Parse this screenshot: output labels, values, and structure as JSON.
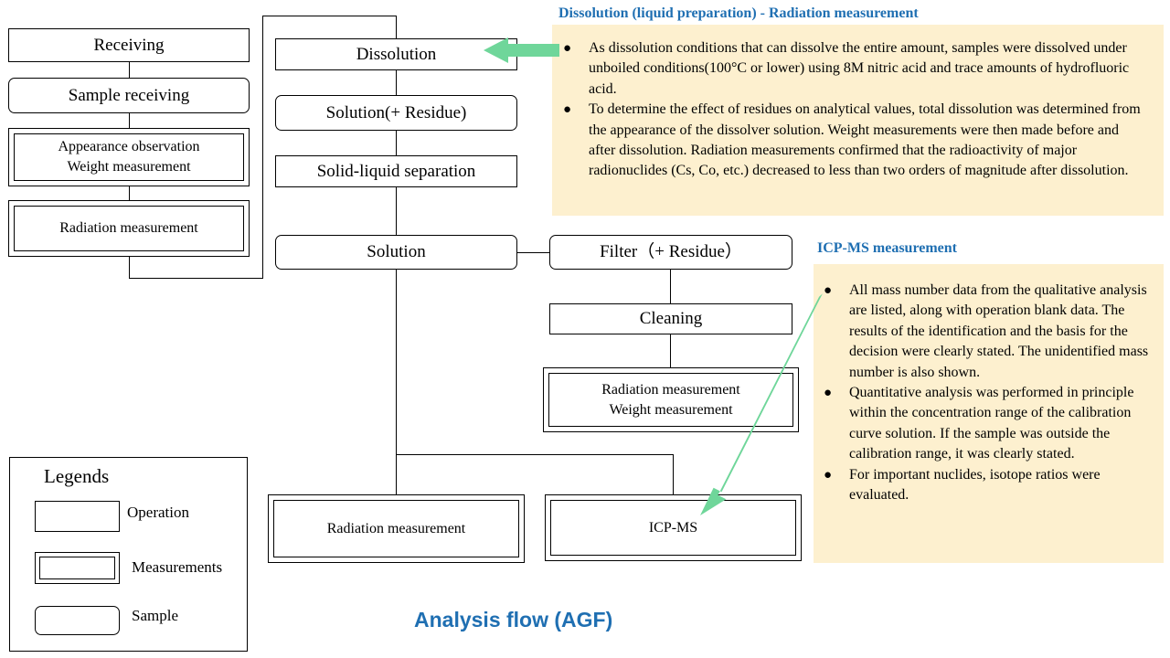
{
  "title": "Analysis flow (AGF)",
  "left_column": {
    "receiving": "Receiving",
    "sample_receiving": "Sample receiving",
    "appearance_weight": [
      "Appearance observation",
      "Weight measurement"
    ],
    "radiation": "Radiation measurement"
  },
  "main_column": {
    "dissolution": "Dissolution",
    "solution_residue": "Solution(+ Residue)",
    "solid_liquid": "Solid-liquid separation",
    "solution": "Solution",
    "radiation": "Radiation measurement",
    "icpms": "ICP-MS"
  },
  "filter_branch": {
    "filter": "Filter（+ Residue）",
    "cleaning": "Cleaning",
    "radiation_weight": [
      "Radiation measurement",
      "Weight measurement"
    ]
  },
  "dissolution_note": {
    "heading": "Dissolution (liquid preparation) - Radiation measurement",
    "bullets": [
      "As dissolution conditions that can dissolve the entire amount, samples were dissolved under unboiled conditions(100°C or lower) using 8M nitric acid and trace amounts of hydrofluoric acid.",
      "To determine the effect of residues on analytical  values, total dissolution was determined  from the appearance of the dissolver solution. Weight measurements were then made before and after dissolution. Radiation measurements confirmed that the radioactivity  of major radionuclides  (Cs, Co, etc.)  decreased to less than two orders of magnitude  after dissolution."
    ]
  },
  "icpms_note": {
    "heading": "ICP-MS measurement",
    "bullets": [
      "All mass number data from the qualitative analysis are listed, along with operation blank data. The results of the identification and the basis for the decision were clearly stated. The unidentified  mass number is also shown.",
      "Quantitative  analysis  was performed in principle  within  the concentration range of the calibration  curve solution. If the sample was outside the calibration range, it was clearly  stated.",
      "For important  nuclides, isotope ratios were evaluated."
    ]
  },
  "legend": {
    "title": "Legends",
    "operation": "Operation",
    "measurements": "Measurements",
    "sample": "Sample"
  },
  "colors": {
    "accent_blue": "#1f6fb2",
    "note_background": "#fdf0cf",
    "arrow_green": "#6fd69a"
  },
  "bullet_symbol": "●"
}
